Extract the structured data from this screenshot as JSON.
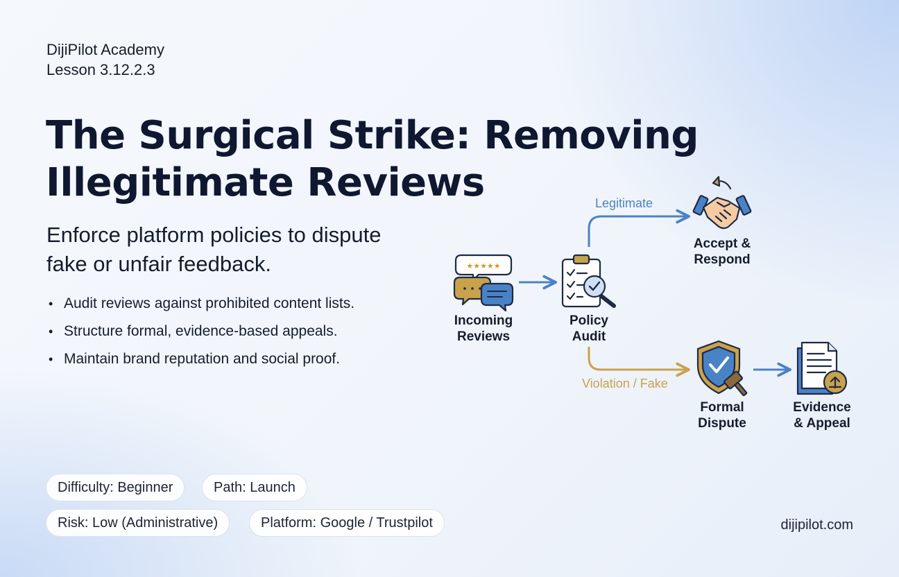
{
  "header": {
    "brand": "DijiPilot Academy",
    "lesson": "Lesson 3.12.2.3"
  },
  "title": {
    "line1": "The Surgical Strike: Removing",
    "line2": "Illegitimate Reviews"
  },
  "subtitle": {
    "line1": "Enforce platform policies to dispute",
    "line2": "fake or unfair feedback."
  },
  "bullets": [
    "Audit reviews against prohibited content lists.",
    "Structure formal, evidence-based appeals.",
    "Maintain brand reputation and social proof."
  ],
  "tags": [
    "Difficulty: Beginner",
    "Path: Launch",
    "Risk: Low (Administrative)",
    "Platform: Google / Trustpilot"
  ],
  "footer": {
    "site": "dijipilot.com"
  },
  "diagram": {
    "nodes": {
      "incoming": {
        "line1": "Incoming",
        "line2": "Reviews",
        "icon": "reviews-chat-icon"
      },
      "audit": {
        "line1": "Policy",
        "line2": "Audit",
        "icon": "clipboard-magnifier-icon"
      },
      "accept": {
        "line1": "Accept &",
        "line2": "Respond",
        "icon": "handshake-icon"
      },
      "dispute": {
        "line1": "Formal",
        "line2": "Dispute",
        "icon": "shield-gavel-icon"
      },
      "appeal": {
        "line1": "Evidence",
        "line2": "& Appeal",
        "icon": "document-upload-icon"
      }
    },
    "branches": {
      "legitimate": "Legitimate",
      "violation": "Violation / Fake"
    },
    "colors": {
      "blue": "#4a82c6",
      "gold": "#c9a24c",
      "navy": "#1d2a44"
    }
  }
}
